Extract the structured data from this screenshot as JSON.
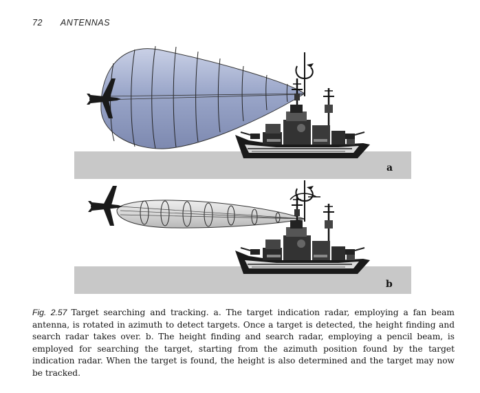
{
  "header": {
    "page_number": "72",
    "running_title": "ANTENNAS"
  },
  "figure": {
    "panels": [
      {
        "label": "a"
      },
      {
        "label": "b"
      }
    ],
    "colors": {
      "fan_beam": "#9aa6c9",
      "pencil_beam": "#d6d6d6",
      "sea": "#c8c8c8"
    }
  },
  "caption": {
    "figure_number": "Fig. 2.57",
    "text": "Target searching and tracking. a. The target indication radar, employing a fan beam antenna, is rotated in azimuth to detect targets. Once a target is detected, the height finding and search radar takes over. b. The height finding and search radar, employing a pencil beam, is employed for searching the target, starting from the azimuth position found by the target indication radar. When the target is found, the height is also determined and the target may now be tracked."
  }
}
